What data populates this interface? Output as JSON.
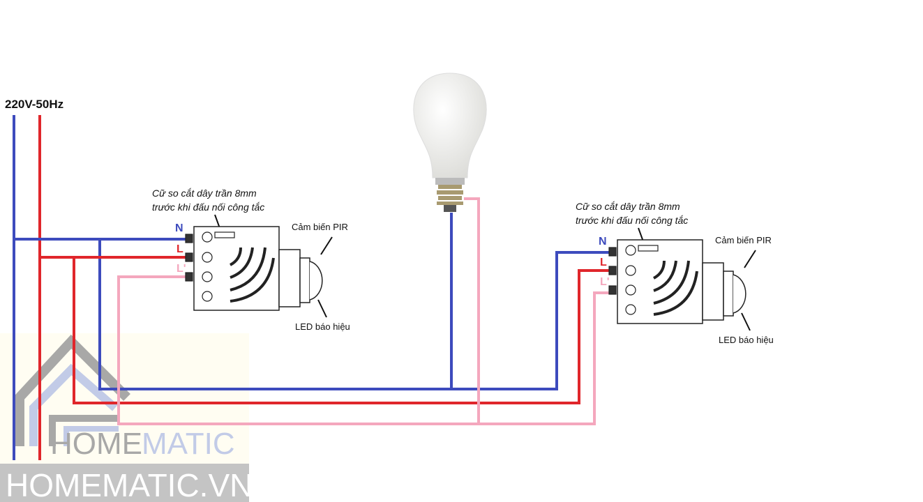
{
  "supply_label": "220V-50Hz",
  "sensors": [
    {
      "note_line1": "Cữ so cắt dây trần 8mm",
      "note_line2": "trước khi đấu nối công tắc",
      "terminal_n": "N",
      "terminal_l": "L",
      "terminal_l_out": "L'",
      "pir_label": "Cảm biến PIR",
      "led_label": "LED báo hiệu"
    },
    {
      "note_line1": "Cữ so cắt dây trần 8mm",
      "note_line2": "trước khi đấu nối công tắc",
      "terminal_n": "N",
      "terminal_l": "L",
      "terminal_l_out": "L'",
      "pir_label": "Cảm biến PIR",
      "led_label": "LED báo hiệu"
    }
  ],
  "watermark": {
    "logo_part1": "HOME",
    "logo_part2": "MATIC",
    "banner": "HOMEMATIC.VN"
  },
  "colors": {
    "neutral": "#3d4bbd",
    "line": "#e0262b",
    "switched_line": "#f4a7bd",
    "logo_gray": "#9a9a9a",
    "logo_blue": "#b8c3e6"
  }
}
